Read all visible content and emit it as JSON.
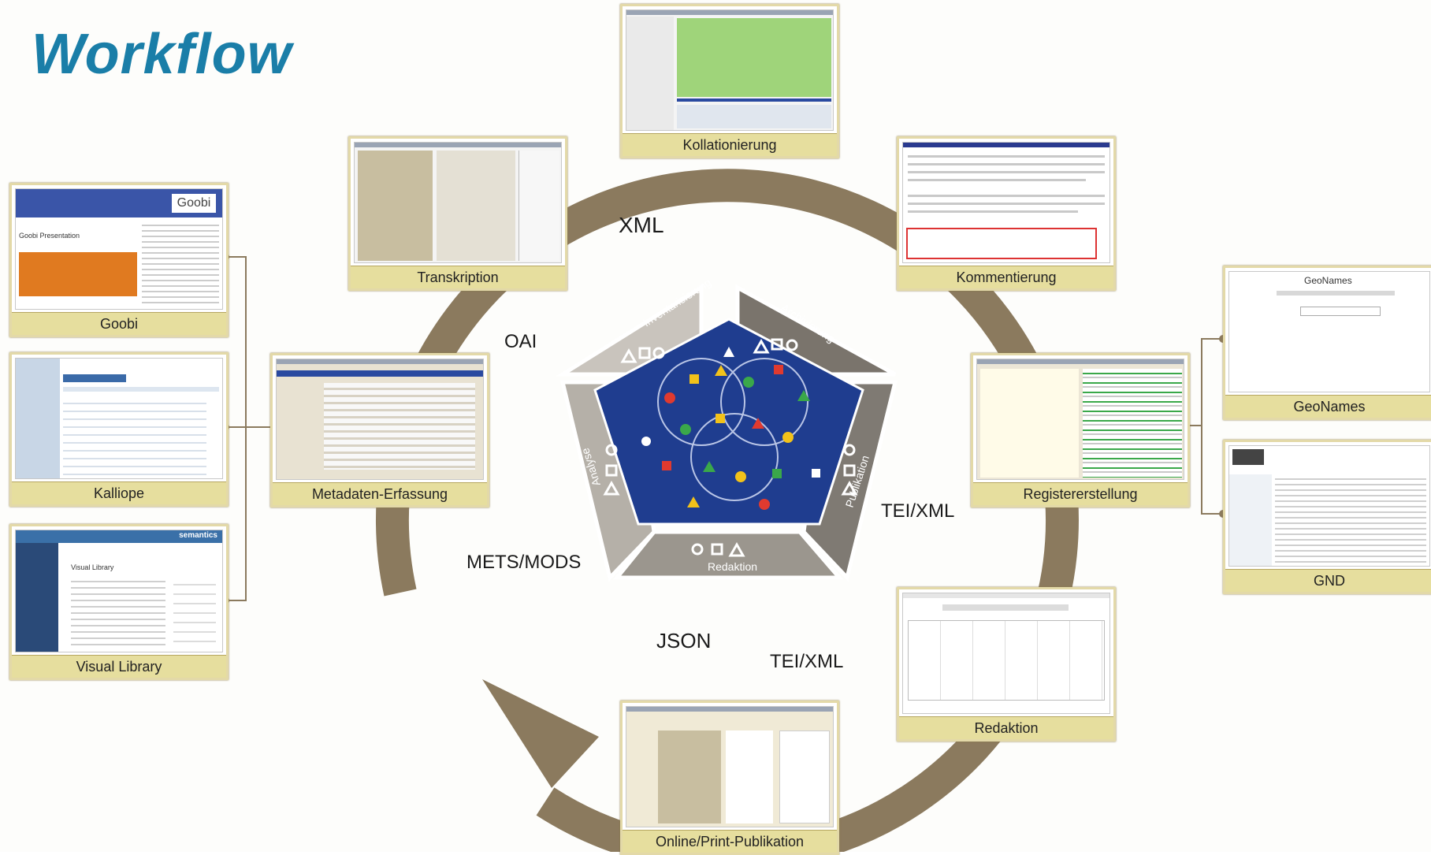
{
  "title": "Workflow",
  "frames": {
    "kollationierung": "Kollationierung",
    "transkription": "Transkription",
    "kommentierung": "Kommentierung",
    "metadaten": "Metadaten-Erfassung",
    "registererstellung": "Registererstellung",
    "redaktion": "Redaktion",
    "publikation": "Online/Print-Publikation",
    "goobi": "Goobi",
    "kalliope": "Kalliope",
    "visual_library": "Visual Library",
    "geonames": "GeoNames",
    "gnd": "GND"
  },
  "formats": {
    "xml": "XML",
    "oai": "OAI",
    "mets_mods": "METS/MODS",
    "json": "JSON",
    "tei_xml_right": "TEI/XML",
    "tei_xml_bottom": "TEI/XML"
  },
  "pentagon": {
    "segments": [
      "Inventarisierung",
      "Archivierung",
      "Publikation",
      "Redaktion",
      "Analyse"
    ]
  },
  "screenshot_text": {
    "goobi_logo": "Goobi",
    "goobi_heading": "Goobi Presentation",
    "geonames_logo": "GeoNames",
    "visual_library_heading": "Visual Library",
    "visual_library_brand": "semantics"
  },
  "colors": {
    "ring": "#8b7a5e",
    "caption_bg": "#e6de9e",
    "title": "#1a7ea8",
    "pentagon_center": "#1f3d8f",
    "pentagon_light": "#c9c4bd",
    "pentagon_dark": "#7a746c",
    "pentagon_mid": "#a39e96"
  }
}
